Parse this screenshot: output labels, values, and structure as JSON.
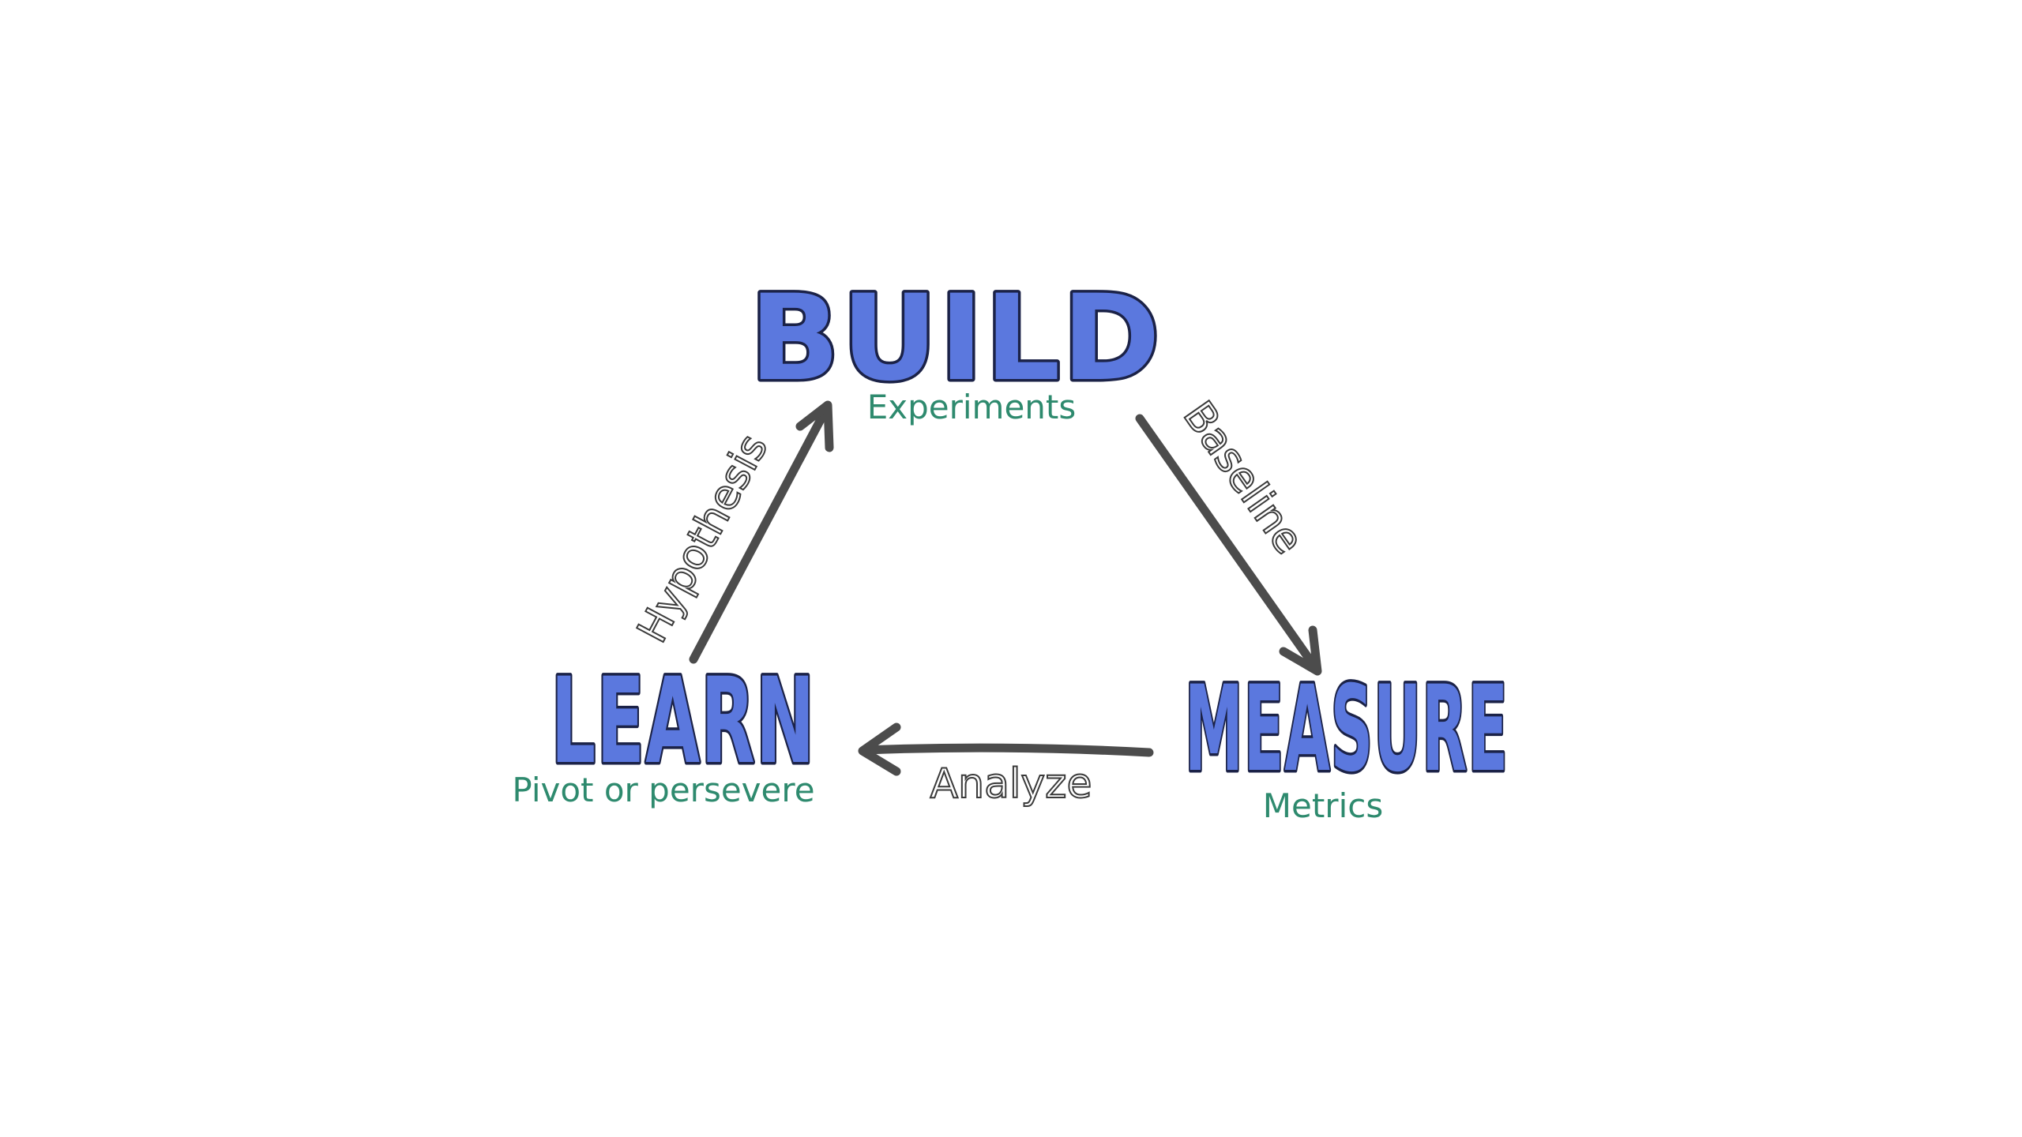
{
  "colors": {
    "stage": "#5b78de",
    "outline": "#1b2247",
    "sub": "#2e8a6e",
    "arrow": "#4c4c4c",
    "label": "#3a3a3a"
  },
  "stages": {
    "build": {
      "title": "BUILD",
      "sub": "Experiments"
    },
    "measure": {
      "title": "MEASURE",
      "sub": "Metrics"
    },
    "learn": {
      "title": "LEARN",
      "sub": "Pivot or persevere"
    }
  },
  "arrows": {
    "build_to_measure": "Baseline",
    "measure_to_learn": "Analyze",
    "learn_to_build": "Hypothesis"
  }
}
